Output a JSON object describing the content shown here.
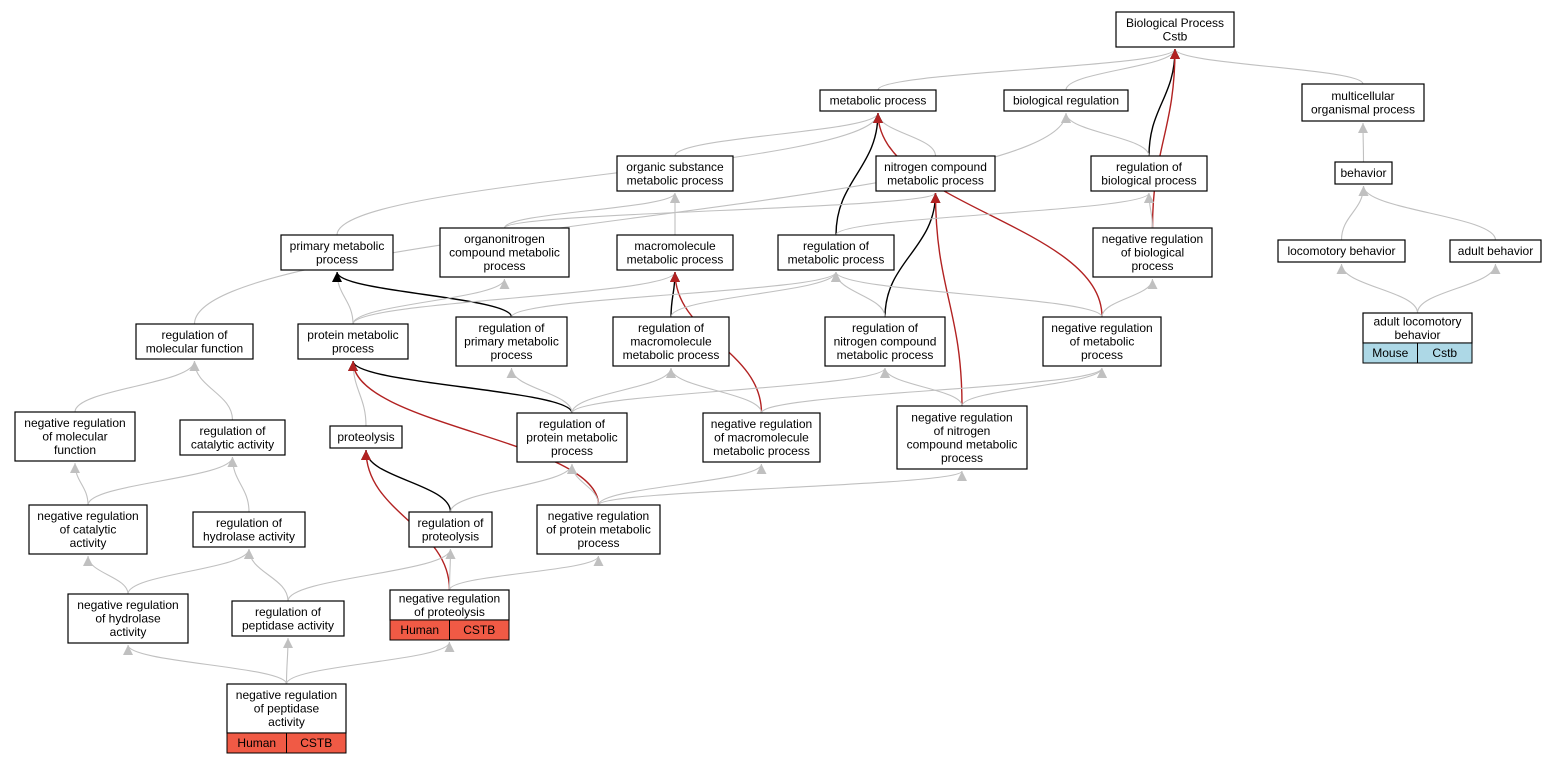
{
  "colors": {
    "grey_edge": "#c0c0c0",
    "black_edge": "#000000",
    "red_edge": "#b22222",
    "human_tag": "#f05a45",
    "mouse_tag": "#add8e6"
  },
  "nodes": {
    "bp": {
      "lines": [
        "Biological Process",
        "Cstb"
      ]
    },
    "mp": {
      "lines": [
        "metabolic process"
      ]
    },
    "br": {
      "lines": [
        "biological regulation"
      ]
    },
    "mop": {
      "lines": [
        "multicellular",
        "organismal process"
      ]
    },
    "osmp": {
      "lines": [
        "organic substance",
        "metabolic process"
      ]
    },
    "ncmp": {
      "lines": [
        "nitrogen compound",
        "metabolic process"
      ]
    },
    "rbp": {
      "lines": [
        "regulation of",
        "biological process"
      ]
    },
    "beh": {
      "lines": [
        "behavior"
      ]
    },
    "pmp": {
      "lines": [
        "primary metabolic",
        "process"
      ]
    },
    "oncmp": {
      "lines": [
        "organonitrogen",
        "compound metabolic",
        "process"
      ]
    },
    "mmp": {
      "lines": [
        "macromolecule",
        "metabolic process"
      ]
    },
    "rmp": {
      "lines": [
        "regulation of",
        "metabolic process"
      ]
    },
    "nrbp": {
      "lines": [
        "negative regulation",
        "of biological",
        "process"
      ]
    },
    "lb": {
      "lines": [
        "locomotory behavior"
      ]
    },
    "ab": {
      "lines": [
        "adult behavior"
      ]
    },
    "rmf": {
      "lines": [
        "regulation of",
        "molecular function"
      ]
    },
    "protmp": {
      "lines": [
        "protein metabolic",
        "process"
      ]
    },
    "rpmp": {
      "lines": [
        "regulation of",
        "primary metabolic",
        "process"
      ]
    },
    "rmmp": {
      "lines": [
        "regulation of",
        "macromolecule",
        "metabolic process"
      ]
    },
    "rncmp": {
      "lines": [
        "regulation of",
        "nitrogen compound",
        "metabolic process"
      ]
    },
    "nrmp": {
      "lines": [
        "negative regulation",
        "of metabolic",
        "process"
      ]
    },
    "alb": {
      "lines": [
        "adult locomotory",
        "behavior"
      ],
      "tags": [
        "Mouse",
        "Cstb"
      ]
    },
    "nrmf": {
      "lines": [
        "negative regulation",
        "of molecular",
        "function"
      ]
    },
    "rca": {
      "lines": [
        "regulation of",
        "catalytic activity"
      ]
    },
    "prot": {
      "lines": [
        "proteolysis"
      ]
    },
    "rprotmp": {
      "lines": [
        "regulation of",
        "protein metabolic",
        "process"
      ]
    },
    "nrmmp": {
      "lines": [
        "negative regulation",
        "of macromolecule",
        "metabolic process"
      ]
    },
    "nrncmp": {
      "lines": [
        "negative regulation",
        "of nitrogen",
        "compound metabolic",
        "process"
      ]
    },
    "nrca": {
      "lines": [
        "negative regulation",
        "of catalytic",
        "activity"
      ]
    },
    "rha": {
      "lines": [
        "regulation of",
        "hydrolase activity"
      ]
    },
    "rprot": {
      "lines": [
        "regulation of",
        "proteolysis"
      ]
    },
    "nrprotmp": {
      "lines": [
        "negative regulation",
        "of protein metabolic",
        "process"
      ]
    },
    "nrha": {
      "lines": [
        "negative regulation",
        "of hydrolase",
        "activity"
      ]
    },
    "rpa": {
      "lines": [
        "regulation of",
        "peptidase activity"
      ]
    },
    "nrprot": {
      "lines": [
        "negative regulation",
        "of proteolysis"
      ],
      "tags": [
        "Human",
        "CSTB"
      ]
    },
    "nrpa": {
      "lines": [
        "negative regulation",
        "of peptidase",
        "activity"
      ],
      "tags": [
        "Human",
        "CSTB"
      ]
    }
  },
  "edges": [
    {
      "from": "mp",
      "to": "bp",
      "color": "grey"
    },
    {
      "from": "br",
      "to": "bp",
      "color": "grey"
    },
    {
      "from": "mop",
      "to": "bp",
      "color": "grey"
    },
    {
      "from": "rbp",
      "to": "bp",
      "color": "black"
    },
    {
      "from": "nrbp",
      "to": "bp",
      "color": "red"
    },
    {
      "from": "osmp",
      "to": "mp",
      "color": "grey"
    },
    {
      "from": "ncmp",
      "to": "mp",
      "color": "grey"
    },
    {
      "from": "pmp",
      "to": "mp",
      "color": "grey"
    },
    {
      "from": "rmp",
      "to": "mp",
      "color": "black"
    },
    {
      "from": "nrmp",
      "to": "mp",
      "color": "red"
    },
    {
      "from": "rbp",
      "to": "br",
      "color": "grey"
    },
    {
      "from": "rmf",
      "to": "br",
      "color": "grey"
    },
    {
      "from": "beh",
      "to": "mop",
      "color": "grey"
    },
    {
      "from": "oncmp",
      "to": "osmp",
      "color": "grey"
    },
    {
      "from": "mmp",
      "to": "osmp",
      "color": "grey"
    },
    {
      "from": "oncmp",
      "to": "ncmp",
      "color": "grey"
    },
    {
      "from": "rncmp",
      "to": "ncmp",
      "color": "black"
    },
    {
      "from": "nrncmp",
      "to": "ncmp",
      "color": "red"
    },
    {
      "from": "rmp",
      "to": "rbp",
      "color": "grey"
    },
    {
      "from": "nrbp",
      "to": "rbp",
      "color": "grey"
    },
    {
      "from": "lb",
      "to": "beh",
      "color": "grey"
    },
    {
      "from": "ab",
      "to": "beh",
      "color": "grey"
    },
    {
      "from": "protmp",
      "to": "pmp",
      "color": "grey"
    },
    {
      "from": "rpmp",
      "to": "pmp",
      "color": "black"
    },
    {
      "from": "protmp",
      "to": "oncmp",
      "color": "grey"
    },
    {
      "from": "protmp",
      "to": "mmp",
      "color": "grey"
    },
    {
      "from": "rmmp",
      "to": "mmp",
      "color": "black"
    },
    {
      "from": "nrmmp",
      "to": "mmp",
      "color": "red"
    },
    {
      "from": "rpmp",
      "to": "rmp",
      "color": "grey"
    },
    {
      "from": "rmmp",
      "to": "rmp",
      "color": "grey"
    },
    {
      "from": "rncmp",
      "to": "rmp",
      "color": "grey"
    },
    {
      "from": "nrmp",
      "to": "rmp",
      "color": "grey"
    },
    {
      "from": "nrmp",
      "to": "nrbp",
      "color": "grey"
    },
    {
      "from": "alb",
      "to": "lb",
      "color": "grey"
    },
    {
      "from": "alb",
      "to": "ab",
      "color": "grey"
    },
    {
      "from": "nrmf",
      "to": "rmf",
      "color": "grey"
    },
    {
      "from": "rca",
      "to": "rmf",
      "color": "grey"
    },
    {
      "from": "prot",
      "to": "protmp",
      "color": "grey"
    },
    {
      "from": "rprotmp",
      "to": "protmp",
      "color": "black"
    },
    {
      "from": "nrprotmp",
      "to": "protmp",
      "color": "red"
    },
    {
      "from": "rprotmp",
      "to": "rpmp",
      "color": "grey"
    },
    {
      "from": "rprotmp",
      "to": "rmmp",
      "color": "grey"
    },
    {
      "from": "nrmmp",
      "to": "rmmp",
      "color": "grey"
    },
    {
      "from": "rprotmp",
      "to": "rncmp",
      "color": "grey"
    },
    {
      "from": "nrncmp",
      "to": "rncmp",
      "color": "grey"
    },
    {
      "from": "nrmmp",
      "to": "nrmp",
      "color": "grey"
    },
    {
      "from": "nrncmp",
      "to": "nrmp",
      "color": "grey"
    },
    {
      "from": "nrca",
      "to": "nrmf",
      "color": "grey"
    },
    {
      "from": "nrca",
      "to": "rca",
      "color": "grey"
    },
    {
      "from": "rha",
      "to": "rca",
      "color": "grey"
    },
    {
      "from": "rprot",
      "to": "prot",
      "color": "black"
    },
    {
      "from": "nrprot",
      "to": "prot",
      "color": "red"
    },
    {
      "from": "rprot",
      "to": "rprotmp",
      "color": "grey"
    },
    {
      "from": "nrprotmp",
      "to": "rprotmp",
      "color": "grey"
    },
    {
      "from": "nrprotmp",
      "to": "nrmmp",
      "color": "grey"
    },
    {
      "from": "nrprotmp",
      "to": "nrncmp",
      "color": "grey"
    },
    {
      "from": "nrha",
      "to": "nrca",
      "color": "grey"
    },
    {
      "from": "nrha",
      "to": "rha",
      "color": "grey"
    },
    {
      "from": "rpa",
      "to": "rha",
      "color": "grey"
    },
    {
      "from": "rpa",
      "to": "rprot",
      "color": "grey"
    },
    {
      "from": "nrprot",
      "to": "rprot",
      "color": "grey"
    },
    {
      "from": "nrprot",
      "to": "nrprotmp",
      "color": "grey"
    },
    {
      "from": "nrpa",
      "to": "nrha",
      "color": "grey"
    },
    {
      "from": "nrpa",
      "to": "rpa",
      "color": "grey"
    },
    {
      "from": "nrpa",
      "to": "nrprot",
      "color": "grey"
    }
  ]
}
